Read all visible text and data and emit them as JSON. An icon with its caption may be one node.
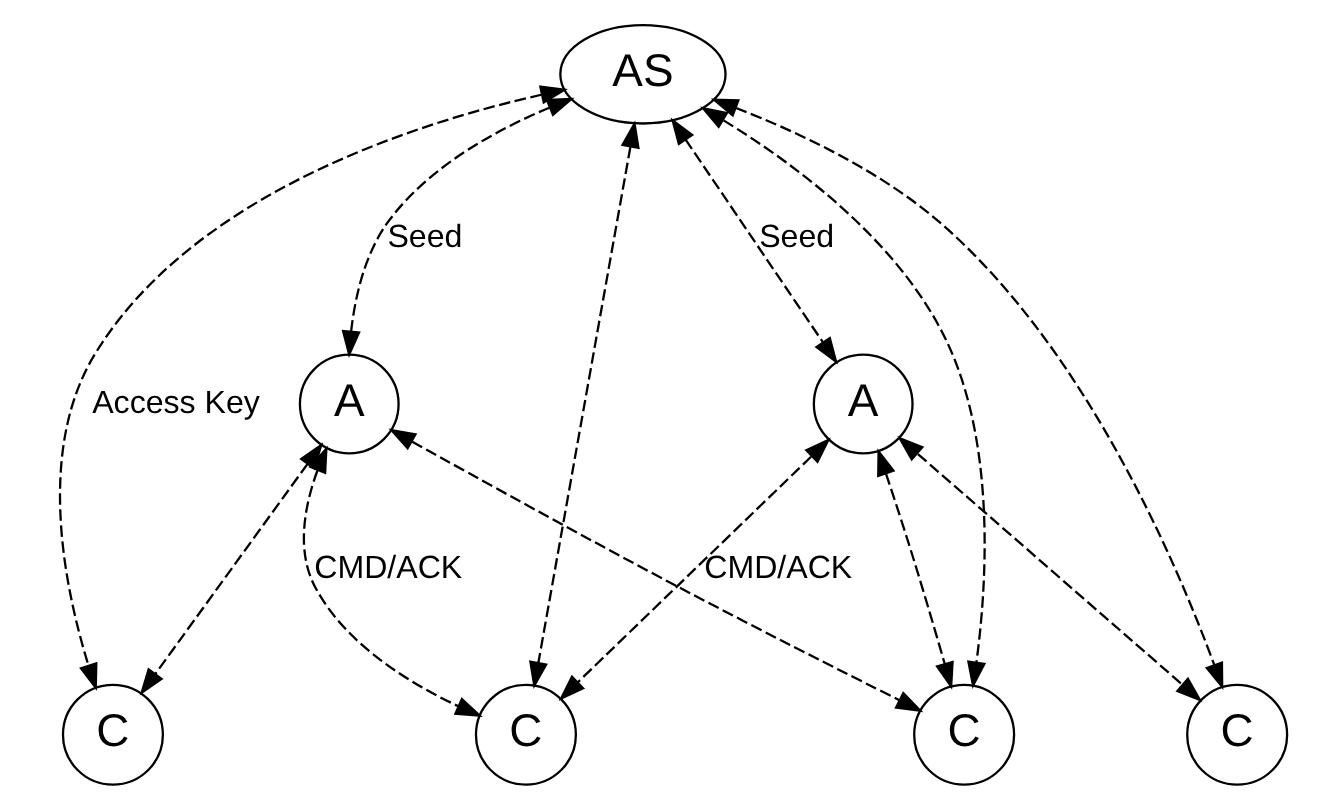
{
  "diagram": {
    "nodes": [
      {
        "text": [
          "AS"
        ]
      },
      {
        "text": [
          "A"
        ]
      },
      {
        "text": [
          "A"
        ]
      },
      {
        "text": [
          "C"
        ]
      },
      {
        "text": [
          "C"
        ]
      },
      {
        "text": [
          "C"
        ]
      },
      {
        "text": [
          "C"
        ]
      }
    ],
    "edges": [
      {
        "from": 0,
        "to": 1,
        "arrow": "both",
        "label": "Seed",
        "style": "dashed"
      },
      {
        "from": 0,
        "to": 2,
        "arrow": "both",
        "label": "Seed",
        "style": "dashed"
      },
      {
        "from": 0,
        "to": 3,
        "arrow": "both",
        "style": "dashed",
        "label": "Access Key"
      },
      {
        "from": 0,
        "to": 4,
        "arrow": "both",
        "style": "dashed"
      },
      {
        "from": 0,
        "to": 5,
        "arrow": "both",
        "style": "dashed"
      },
      {
        "from": 0,
        "to": 6,
        "arrow": "both",
        "style": "dashed"
      },
      {
        "from": 1,
        "to": 3,
        "arrow": "both",
        "style": "dashed"
      },
      {
        "from": 1,
        "to": 4,
        "arrow": "both",
        "style": "dashed",
        "label": "CMD/ACK"
      },
      {
        "from": 1,
        "to": 5,
        "arrow": "both",
        "style": "dashed"
      },
      {
        "from": 2,
        "to": 4,
        "arrow": "both",
        "style": "dashed",
        "label": "CMD/ACK"
      },
      {
        "from": 2,
        "to": 5,
        "arrow": "both",
        "style": "dashed"
      },
      {
        "from": 2,
        "to": 6,
        "arrow": "both",
        "style": "dashed"
      }
    ]
  }
}
